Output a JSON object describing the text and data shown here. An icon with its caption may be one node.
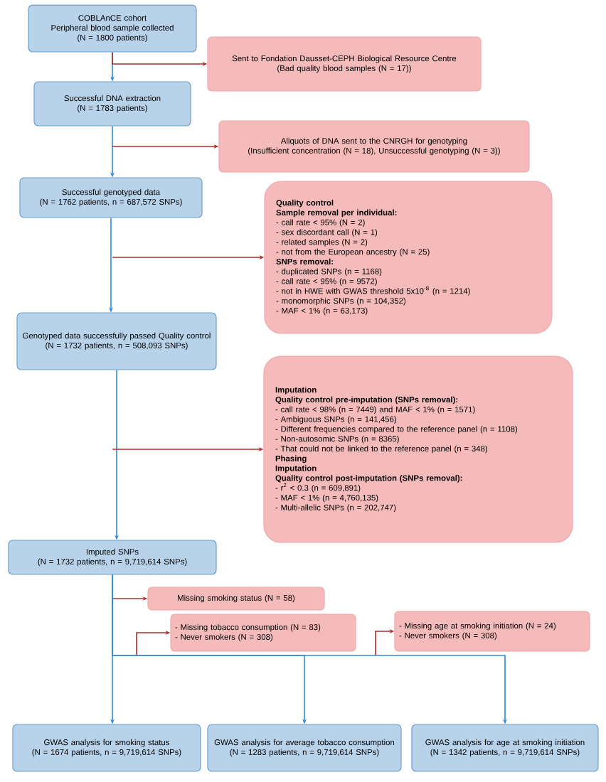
{
  "diagram": {
    "nodes": [
      {
        "text": [
          "COBLAnCE cohort",
          "Peripheral blood sample collected",
          "(N = 1800 patients)"
        ]
      },
      {
        "text": [
          "Sent to Fondation Dausset-CEPH Biological Resource Centre",
          "(Bad quality blood samples (N = 17))"
        ]
      },
      {
        "text": [
          "Successful DNA extraction",
          "(N = 1783 patients)"
        ]
      },
      {
        "text": [
          "Aliquots of DNA sent to the CNRGH for genotyping",
          "(Insufficient concentration (N = 18), Unsuccessful genotyping (N = 3))"
        ]
      },
      {
        "text": [
          "Successful genotyped data",
          "(N = 1762 patients, n = 687,572 SNPs)"
        ]
      },
      {
        "text": [
          "Quality control",
          "Sample removal per individual:",
          "- call rate < 95% (N = 2)",
          "- sex discordant call (N = 1)",
          "- related samples (N = 2)",
          "- not from the European ancestry (N = 25)",
          "SNPs removal:",
          "- duplicated SNPs (n = 1168)",
          "- call rate < 95% (n = 9572)",
          "- not in HWE with GWAS threshold 5x10$^{-8}$ (n = 1214)",
          "- monomorphic SNPs (n = 104,352)",
          "- MAF < 1% (n = 63,173)"
        ]
      },
      {
        "text": [
          "Genotyped data successfully passed Quality control",
          "(N = 1732 patients, n = 508,093 SNPs)"
        ]
      },
      {
        "text": [
          "Imputation",
          "Quality control pre-imputation (SNPs removal):",
          "- call rate < 98% (n = 7449) and MAF < 1% (n = 1571)",
          "- Ambiguous SNPs (n = 141,456)",
          "- Different frequencies compared to the reference panel (n = 1108)",
          "- Non-autosomic SNPs (n = 8365)",
          "- That could not be linked to the reference panel (n = 348)",
          "Phasing",
          "Imputation",
          "Quality control post-imputation (SNPs removal):",
          "- r$^{2}$ < 0.3 (n = 609,891)",
          "- MAF < 1% (n = 4,760,135)",
          "- Multi-allelic SNPs (n = 202,747)"
        ]
      },
      {
        "text": [
          "Imputed SNPs",
          "(N = 1732 patients, n = 9,719,614 SNPs)"
        ]
      },
      {
        "text": [
          "Missing smoking status (N = 58)"
        ]
      },
      {
        "text": [
          "- Missing tobacco consumption (N = 83)",
          "- Never smokers (N = 308)"
        ]
      },
      {
        "text": [
          "- Missing age at smoking initiation (N = 24)",
          "- Never smokers (N = 308)"
        ]
      },
      {
        "text": [
          "GWAS analysis for smoking status",
          "(N = 1674 patients, n = 9,719,614 SNPs)"
        ]
      },
      {
        "text": [
          "GWAS analysis for average tobacco consumption",
          "(N = 1283 patients, n = 9,719,614 SNPs)"
        ]
      },
      {
        "text": [
          "GWAS analysis for age at smoking initiation",
          "(N = 1342 patients, n = 9,719,614 SNPs)"
        ]
      }
    ],
    "edges": [
      {
        "from": 0,
        "to": 2,
        "arrow": "to"
      },
      {
        "from": 0,
        "to": 1,
        "arrow": "to",
        "color": "#b52a2a"
      },
      {
        "from": 2,
        "to": 4,
        "arrow": "to"
      },
      {
        "from": null,
        "to": 3,
        "arrow": "to",
        "color": "#b52a2a"
      },
      {
        "from": 4,
        "to": 6,
        "arrow": "to"
      },
      {
        "from": null,
        "to": 5,
        "arrow": "to",
        "color": "#b52a2a"
      },
      {
        "from": 6,
        "to": 8,
        "arrow": "to"
      },
      {
        "from": null,
        "to": 7,
        "arrow": "to",
        "color": "#b52a2a"
      },
      {
        "from": null,
        "to": 9,
        "arrow": "to",
        "color": "#b52a2a"
      },
      {
        "from": null,
        "to": 10,
        "arrow": "to",
        "color": "#b52a2a"
      },
      {
        "from": null,
        "to": 11,
        "arrow": "to",
        "color": "#b52a2a"
      },
      {
        "from": 8,
        "to": 12,
        "arrow": "to"
      },
      {
        "from": 8,
        "to": 13,
        "arrow": "to"
      },
      {
        "from": 8,
        "to": 14,
        "arrow": "to"
      }
    ]
  }
}
